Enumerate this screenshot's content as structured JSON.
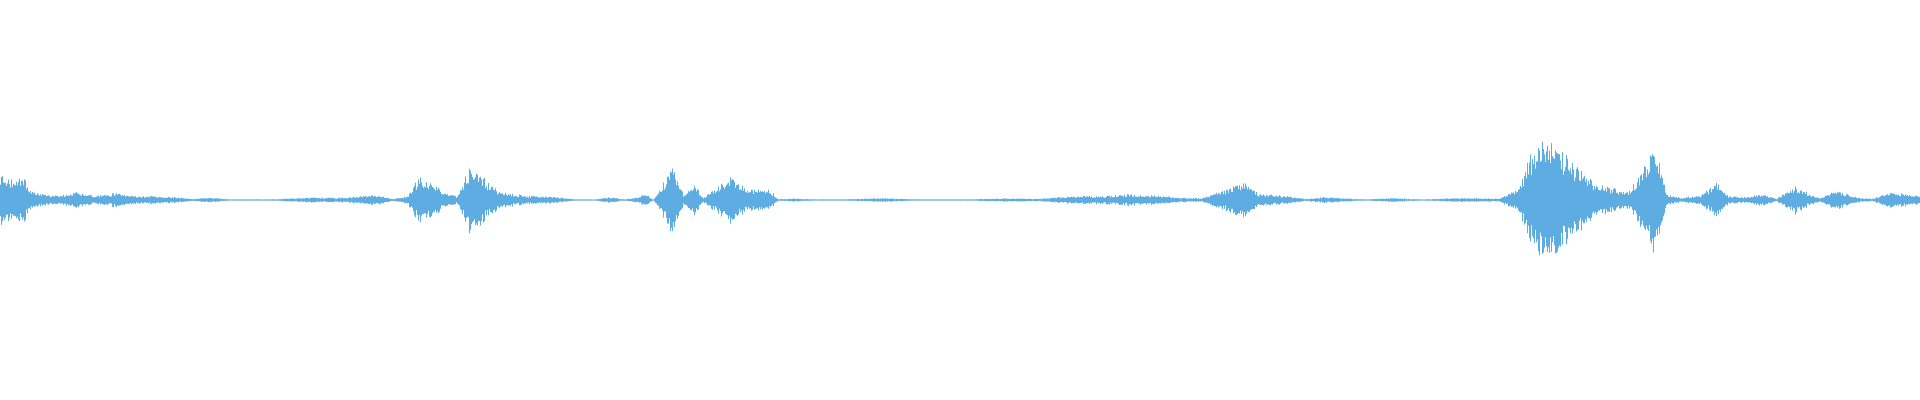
{
  "waveform": {
    "color": "#5dade2",
    "envelope": [
      [
        0.0,
        0.13
      ],
      [
        0.006,
        0.1
      ],
      [
        0.012,
        0.12
      ],
      [
        0.016,
        0.04
      ],
      [
        0.022,
        0.03
      ],
      [
        0.03,
        0.02
      ],
      [
        0.04,
        0.04
      ],
      [
        0.05,
        0.02
      ],
      [
        0.06,
        0.035
      ],
      [
        0.07,
        0.02
      ],
      [
        0.08,
        0.02
      ],
      [
        0.09,
        0.015
      ],
      [
        0.1,
        0.006
      ],
      [
        0.11,
        0.012
      ],
      [
        0.12,
        0.003
      ],
      [
        0.14,
        0.003
      ],
      [
        0.16,
        0.012
      ],
      [
        0.18,
        0.012
      ],
      [
        0.195,
        0.025
      ],
      [
        0.205,
        0.005
      ],
      [
        0.212,
        0.02
      ],
      [
        0.218,
        0.11
      ],
      [
        0.224,
        0.09
      ],
      [
        0.232,
        0.035
      ],
      [
        0.238,
        0.02
      ],
      [
        0.244,
        0.16
      ],
      [
        0.25,
        0.12
      ],
      [
        0.26,
        0.04
      ],
      [
        0.275,
        0.02
      ],
      [
        0.29,
        0.015
      ],
      [
        0.3,
        0.002
      ],
      [
        0.31,
        0.003
      ],
      [
        0.317,
        0.015
      ],
      [
        0.325,
        0.003
      ],
      [
        0.333,
        0.015
      ],
      [
        0.336,
        0.04
      ],
      [
        0.34,
        0.0
      ],
      [
        0.351,
        0.18
      ],
      [
        0.356,
        0.02
      ],
      [
        0.362,
        0.08
      ],
      [
        0.366,
        0.01
      ],
      [
        0.38,
        0.12
      ],
      [
        0.39,
        0.05
      ],
      [
        0.4,
        0.06
      ],
      [
        0.405,
        0.005
      ],
      [
        0.414,
        0.008
      ],
      [
        0.425,
        0.003
      ],
      [
        0.44,
        0.004
      ],
      [
        0.46,
        0.01
      ],
      [
        0.48,
        0.002
      ],
      [
        0.5,
        0.002
      ],
      [
        0.52,
        0.008
      ],
      [
        0.54,
        0.006
      ],
      [
        0.56,
        0.02
      ],
      [
        0.575,
        0.02
      ],
      [
        0.59,
        0.03
      ],
      [
        0.61,
        0.015
      ],
      [
        0.625,
        0.008
      ],
      [
        0.64,
        0.06
      ],
      [
        0.648,
        0.1
      ],
      [
        0.655,
        0.03
      ],
      [
        0.67,
        0.02
      ],
      [
        0.68,
        0.005
      ],
      [
        0.69,
        0.015
      ],
      [
        0.71,
        0.003
      ],
      [
        0.725,
        0.01
      ],
      [
        0.74,
        0.003
      ],
      [
        0.76,
        0.01
      ],
      [
        0.78,
        0.008
      ],
      [
        0.79,
        0.05
      ],
      [
        0.8,
        0.3
      ],
      [
        0.81,
        0.27
      ],
      [
        0.82,
        0.18
      ],
      [
        0.83,
        0.08
      ],
      [
        0.84,
        0.06
      ],
      [
        0.848,
        0.04
      ],
      [
        0.862,
        0.26
      ],
      [
        0.868,
        0.03
      ],
      [
        0.875,
        0.012
      ],
      [
        0.885,
        0.02
      ],
      [
        0.895,
        0.09
      ],
      [
        0.9,
        0.02
      ],
      [
        0.91,
        0.015
      ],
      [
        0.918,
        0.03
      ],
      [
        0.925,
        0.006
      ],
      [
        0.935,
        0.07
      ],
      [
        0.94,
        0.04
      ],
      [
        0.948,
        0.008
      ],
      [
        0.955,
        0.055
      ],
      [
        0.96,
        0.035
      ],
      [
        0.968,
        0.012
      ],
      [
        0.975,
        0.006
      ],
      [
        0.985,
        0.04
      ],
      [
        0.995,
        0.03
      ],
      [
        1.0,
        0.02
      ]
    ]
  }
}
